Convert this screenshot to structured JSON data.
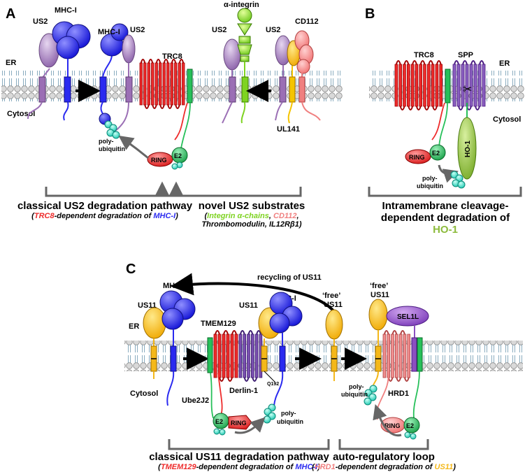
{
  "colors": {
    "us2": "#9b6fb5",
    "mhc": "#2a2af0",
    "trc8": "#ee2b2b",
    "integrin": "#7ed321",
    "cd112": "#f08080",
    "ul141": "#f5c400",
    "hmo": "#8dbb3c",
    "us11": "#f4b81a",
    "tmem129": "#ee2b2b",
    "derlin": "#7a4fb0",
    "hrd1": "#f08f8f",
    "sel1l": "#8b4fc0",
    "ub": "#28e0c0",
    "e2": "#27c05a",
    "ring": "#e03030"
  },
  "panels": {
    "a": "A",
    "b": "B",
    "c": "C"
  },
  "panelA": {
    "us2_1": "US2",
    "mhc_1": "MHC-I",
    "mhc_2": "MHC-I",
    "us2_2": "US2",
    "alpha_integrin": "α-integrin",
    "us2_3": "US2",
    "us2_4": "US2",
    "cd112": "CD112",
    "trc8": "TRC8",
    "er": "ER",
    "cytosol": "Cytosol",
    "polyub_1": "poly-",
    "polyub_2": "ubiquitin",
    "ring": "RING",
    "e2": "E2",
    "ul141": "UL141",
    "cap_left_main": "classical US2 degradation pathway",
    "cap_left_sub_1": "(",
    "cap_left_sub_2": "TRC8",
    "cap_left_sub_3": "-dependent degradation of ",
    "cap_left_sub_4": "MHC-I",
    "cap_left_sub_5": ")",
    "cap_right_main": "novel US2 substrates",
    "cap_right_sub_1": "(",
    "cap_right_sub_2": "Integrin α-chains",
    "cap_right_sub_3": ", ",
    "cap_right_sub_4": "CD112",
    "cap_right_sub_5": ",",
    "cap_right_sub_6": "Thrombomodulin, IL12Rβ1)"
  },
  "panelB": {
    "trc8": "TRC8",
    "spp": "SPP",
    "er": "ER",
    "cytosol": "Cytosol",
    "ring": "RING",
    "e2": "E2",
    "ho1": "HO-1",
    "polyub_1": "poly-",
    "polyub_2": "ubiquitin",
    "cap_main_1": "Intramembrane cleavage-",
    "cap_main_2": "dependent degradation of ",
    "cap_main_3": "HO-1"
  },
  "panelC": {
    "recycling": "recycling of US11",
    "mhc_1": "MHC-I",
    "us11_1": "US11",
    "us11_2": "US11",
    "mhc_2": "MHC-I",
    "free_1a": "‘free’",
    "free_1b": "US11",
    "free_2a": "‘free’",
    "free_2b": "US11",
    "sel1l": "SEL1L",
    "er": "ER",
    "tmem129": "TMEM129",
    "derlin": "Derlin-1",
    "q192": "Q192",
    "cytosol": "Cytosol",
    "ube2j2": "Ube2J2",
    "e2_1": "E2",
    "ring_1": "RING",
    "polyub_1a": "poly-",
    "polyub_1b": "ubiquitin",
    "polyub_2a": "poly-",
    "polyub_2b": "ubiquitin",
    "hrd1": "HRD1",
    "ring_2": "RING",
    "e2_2": "E2",
    "cap_left_main": "classical US11 degradation pathway",
    "cap_left_sub_1": "(",
    "cap_left_sub_2": "TMEM129",
    "cap_left_sub_3": "-dependent degradation of ",
    "cap_left_sub_4": "MHC-I",
    "cap_left_sub_5": ")",
    "cap_right_main": "auto-regulatory loop",
    "cap_right_sub_1": "(",
    "cap_right_sub_2": "HRD1",
    "cap_right_sub_3": "-dependent degradation of ",
    "cap_right_sub_4": "US11",
    "cap_right_sub_5": ")"
  }
}
